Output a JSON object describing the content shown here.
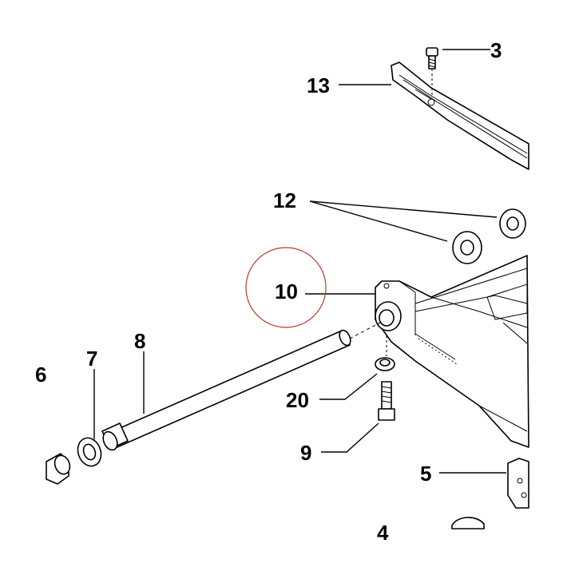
{
  "callouts": [
    {
      "id": "c3",
      "text": "3"
    },
    {
      "id": "c13",
      "text": "13"
    },
    {
      "id": "c12",
      "text": "12"
    },
    {
      "id": "c10",
      "text": "10"
    },
    {
      "id": "c8",
      "text": "8"
    },
    {
      "id": "c7",
      "text": "7"
    },
    {
      "id": "c6",
      "text": "6"
    },
    {
      "id": "c20",
      "text": "20"
    },
    {
      "id": "c9",
      "text": "9"
    },
    {
      "id": "c5",
      "text": "5"
    },
    {
      "id": "c4",
      "text": "4"
    }
  ],
  "highlight": {
    "color": "#c0392b",
    "target": "10"
  },
  "colors": {
    "line": "#000000",
    "background": "#ffffff"
  }
}
